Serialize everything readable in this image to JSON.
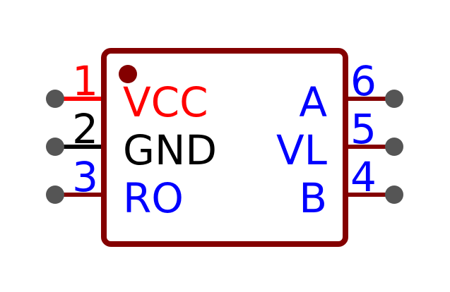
{
  "colors": {
    "body_outline": "#840000",
    "body_fill": "#ffffff",
    "pin_line": "#840000",
    "pin_end": "#555555",
    "pin1_marker": "#840000",
    "red": "#ff0000",
    "black": "#000000",
    "blue": "#0000ff"
  },
  "component": {
    "pins": [
      {
        "number": "1",
        "name": "VCC",
        "side": "left",
        "color": "red"
      },
      {
        "number": "2",
        "name": "GND",
        "side": "left",
        "color": "black"
      },
      {
        "number": "3",
        "name": "RO",
        "side": "left",
        "color": "blue"
      },
      {
        "number": "4",
        "name": "B",
        "side": "right",
        "color": "blue"
      },
      {
        "number": "5",
        "name": "VL",
        "side": "right",
        "color": "blue"
      },
      {
        "number": "6",
        "name": "A",
        "side": "right",
        "color": "blue"
      }
    ]
  }
}
